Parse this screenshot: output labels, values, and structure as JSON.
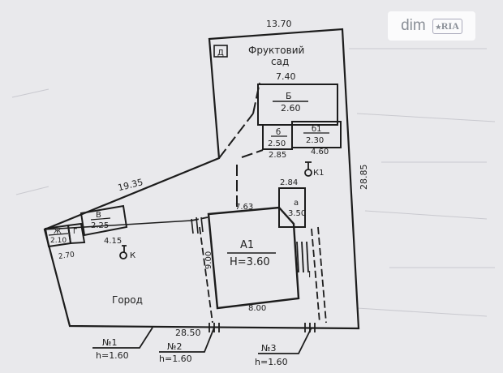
{
  "watermark": {
    "brand": "dim",
    "badge": "RIA",
    "icon": "star-icon"
  },
  "plot": {
    "dim_top": "13.70",
    "dim_right": "28.85",
    "dim_bottom": "28.50",
    "dim_diag": "19.35",
    "dim_left": "2.70",
    "area_orchard_line1": "Фруктовий",
    "area_orchard_line2": "сад",
    "area_garden": "Город",
    "marker_d": "Д"
  },
  "buildings": {
    "b": {
      "name": "Б",
      "height": "2.60",
      "width": "7.40"
    },
    "b6": {
      "name": "б",
      "height": "2.50",
      "width": "2.85"
    },
    "b1": {
      "name": "б1",
      "height": "2.30",
      "width": "4.60"
    },
    "a": {
      "name": "а",
      "height": "3.50",
      "width": "2.84"
    },
    "a1": {
      "name": "А1",
      "height": "H=3.60",
      "width": "8.00",
      "depth": "9.00",
      "top": "7.63"
    },
    "v": {
      "name": "В",
      "height": "2.25",
      "width": "4.15"
    },
    "g": {
      "name": "Г"
    },
    "zh": {
      "name": "Ж",
      "height": "2.10"
    }
  },
  "wells": {
    "k": "К",
    "k1": "К1"
  },
  "porch": "I",
  "fences": [
    {
      "label": "№1",
      "height": "h=1.60"
    },
    {
      "label": "№2",
      "height": "h=1.60"
    },
    {
      "label": "№3",
      "height": "h=1.60"
    }
  ]
}
